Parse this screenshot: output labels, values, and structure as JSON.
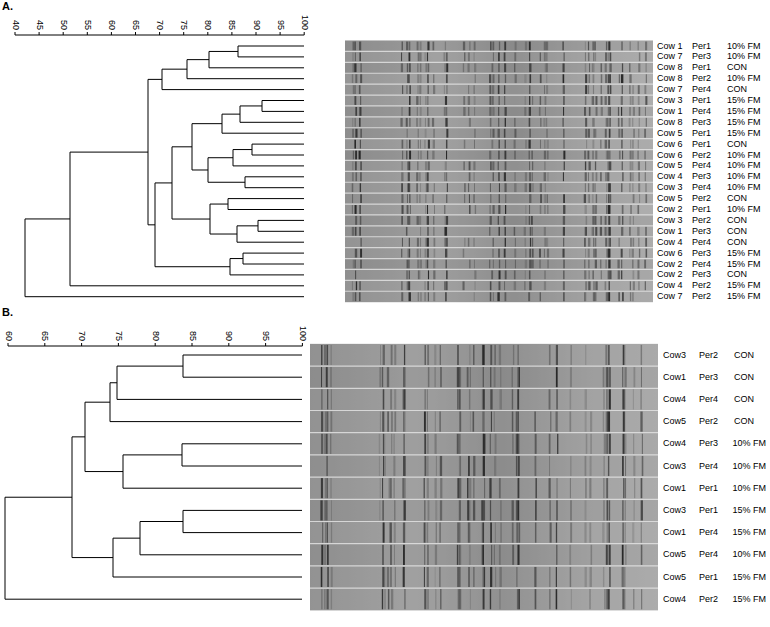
{
  "diagram": {
    "labels": [
      "A.",
      "40",
      "45",
      "50",
      "55",
      "60",
      "65",
      "70",
      "75",
      "80",
      "85",
      "90",
      "95",
      "100",
      "Cow 1",
      "Per1",
      "10% FM",
      "Cow 7",
      "Per3",
      "10% FM",
      "Cow 8",
      "Per1",
      "CON",
      "Cow 8",
      "Per2",
      "10% FM",
      "Cow 7",
      "Per4",
      "CON",
      "Cow 3",
      "Per1",
      "15% FM",
      "Cow 1",
      "Per4",
      "15% FM",
      "Cow 8",
      "Per3",
      "15% FM",
      "Cow 5",
      "Per1",
      "15% FM",
      "Cow 6",
      "Per1",
      "CON",
      "Cow 6",
      "Per2",
      "10% FM",
      "Cow 5",
      "Per4",
      "10% FM",
      "Cow 4",
      "Per3",
      "10% FM",
      "Cow 3",
      "Per4",
      "10% FM",
      "Cow 5",
      "Per2",
      "CON",
      "Cow 2",
      "Per1",
      "10% FM",
      "Cow 3",
      "Per2",
      "CON",
      "Cow 1",
      "Per3",
      "CON",
      "Cow 4",
      "Per4",
      "CON",
      "Cow 6",
      "Per3",
      "15% FM",
      "Cow 2",
      "Per4",
      "15% FM",
      "Cow 2",
      "Per3",
      "CON",
      "Cow 4",
      "Per2",
      "15% FM",
      "Cow 7",
      "Per2",
      "15% FM",
      "B.",
      "60",
      "65",
      "70",
      "75",
      "80",
      "85",
      "90",
      "95",
      "100",
      "Cow3",
      "Per2",
      "CON",
      "Cow1",
      "Per3",
      "CON",
      "Cow4",
      "Per4",
      "CON",
      "Cow5",
      "Per2",
      "CON",
      "Cow4",
      "Per3",
      "10% FM",
      "Cow3",
      "Per4",
      "10% FM",
      "Cow1",
      "Per1",
      "10% FM",
      "Cow3",
      "Per1",
      "15% FM",
      "Cow1",
      "Per4",
      "15% FM",
      "Cow5",
      "Per4",
      "10% FM",
      "Cow5",
      "Per1",
      "15% FM",
      "Cow4",
      "Per2",
      "15% FM"
    ]
  }
}
